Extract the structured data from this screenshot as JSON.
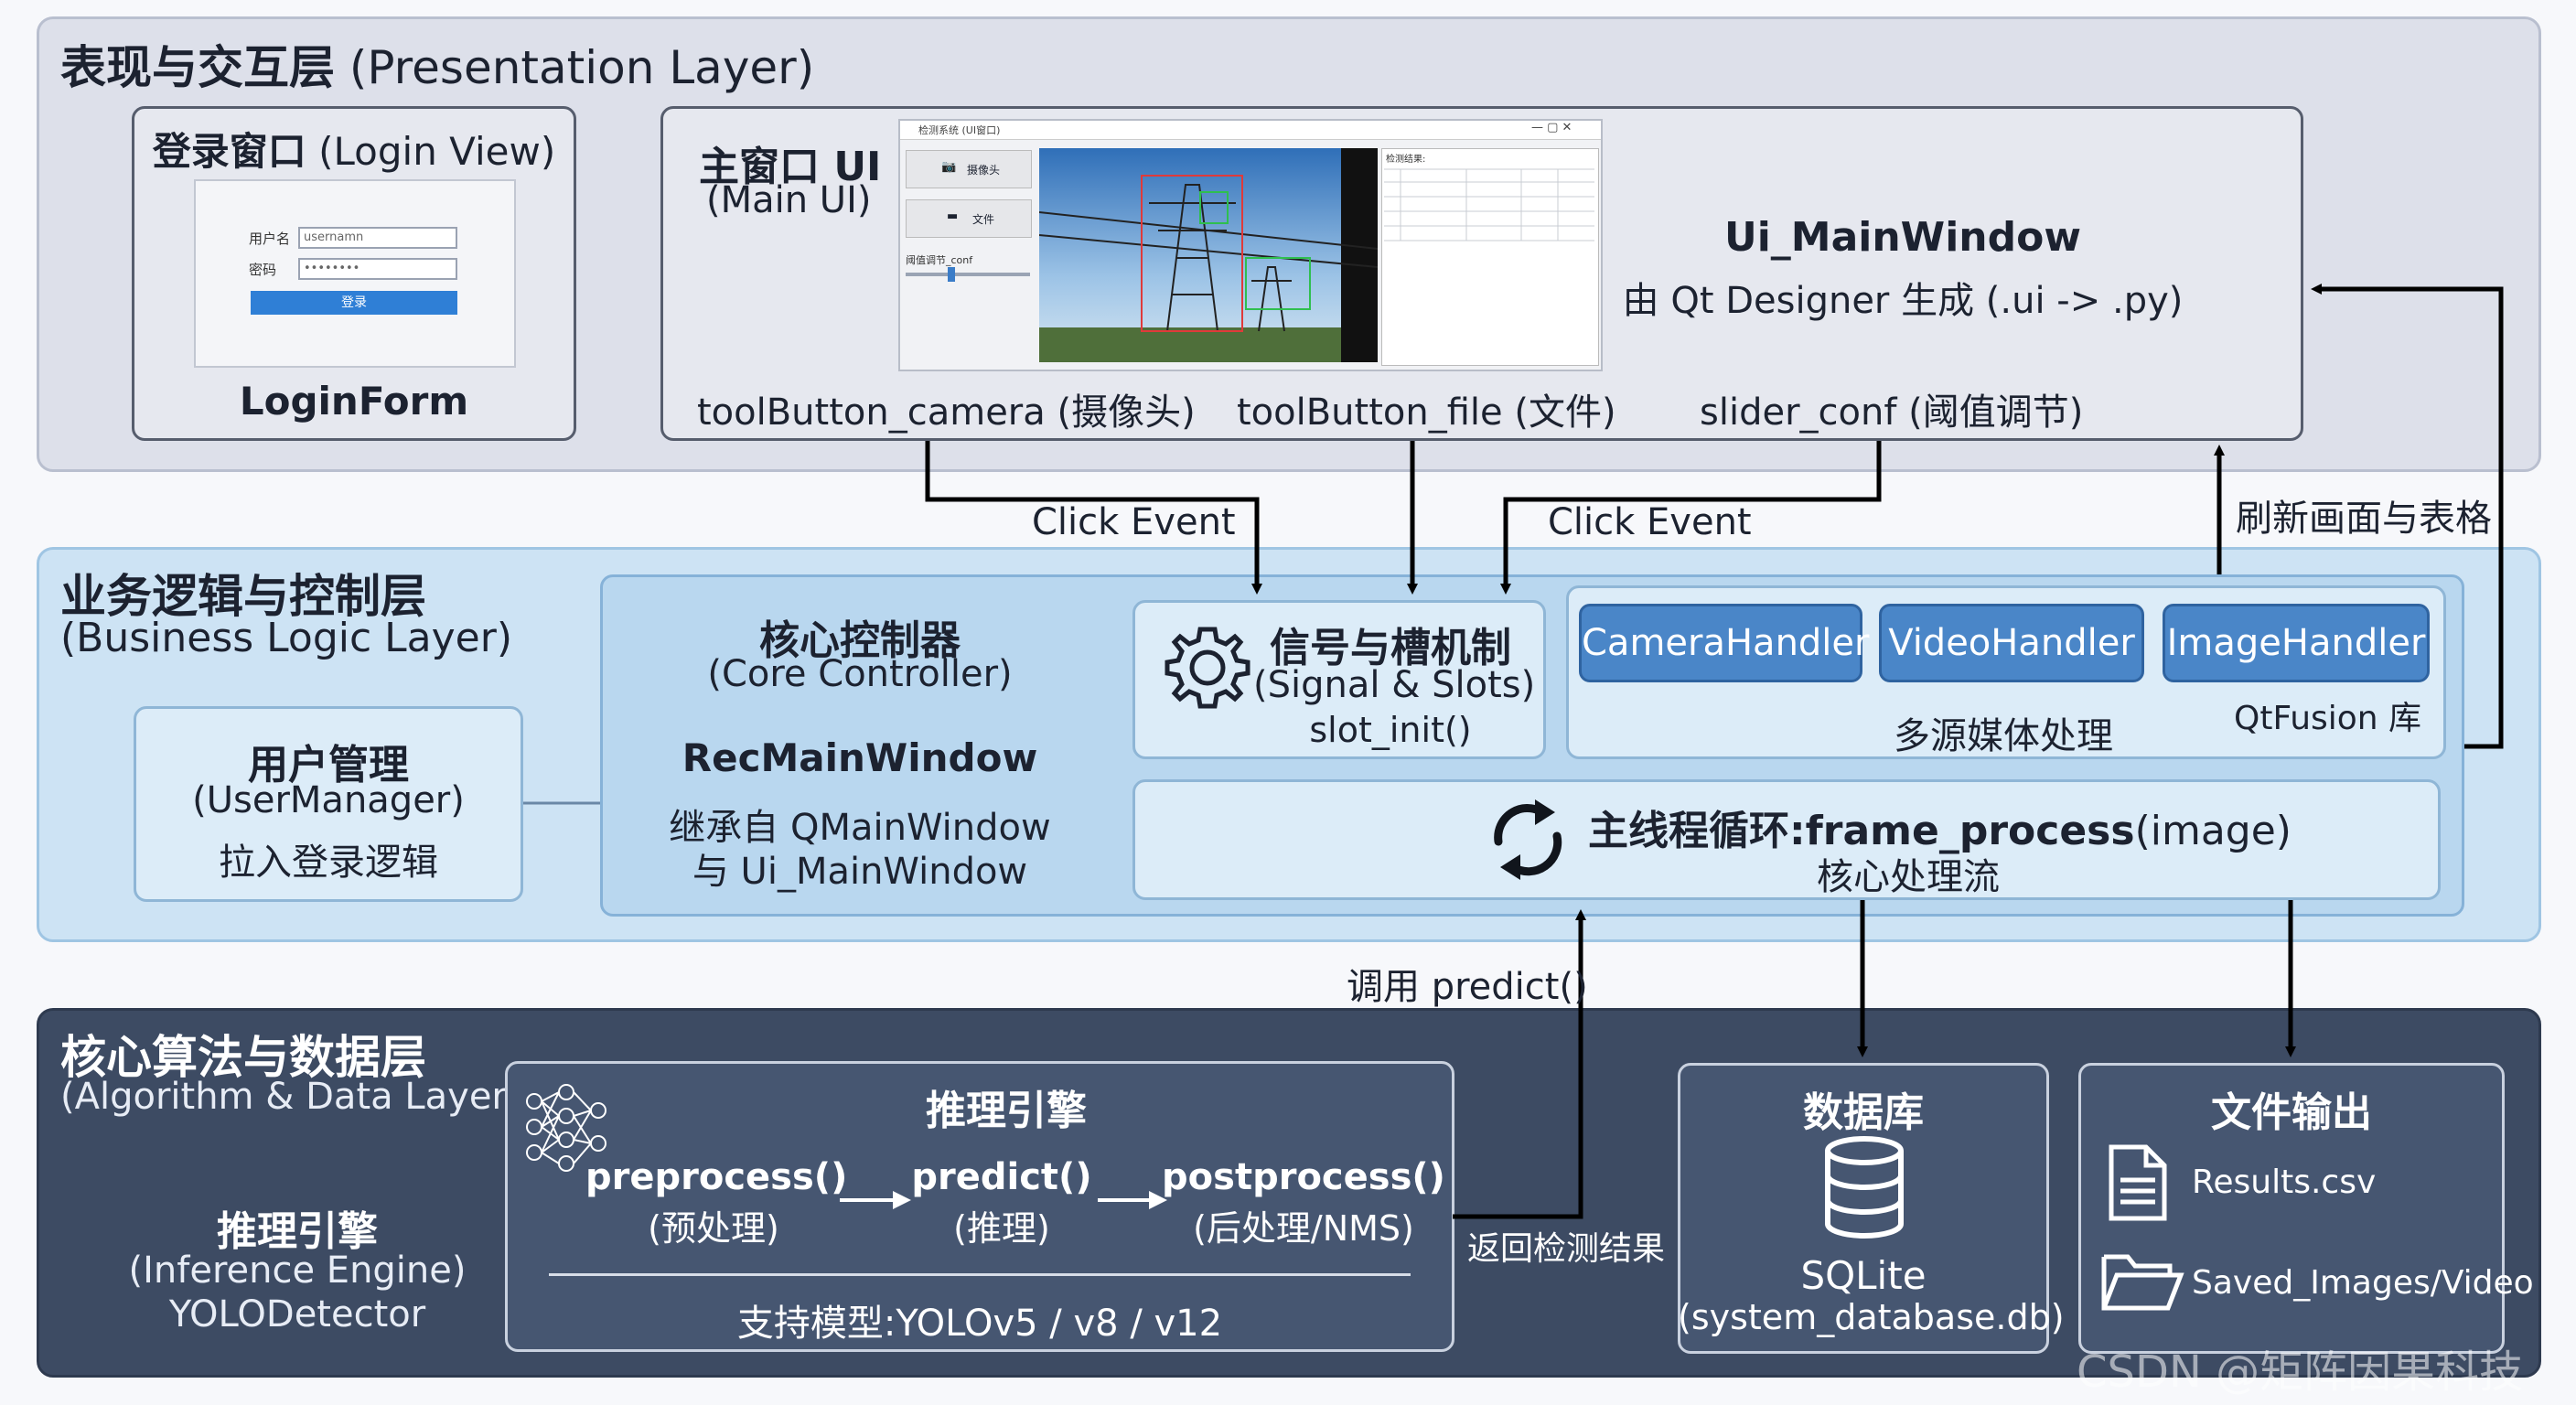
{
  "presentation": {
    "title_cn": "表现与交互层",
    "title_en": "(Presentation Layer)",
    "login": {
      "title_cn": "登录窗口",
      "title_en": "(Login View)",
      "username_label": "用户名",
      "username_value": "usernamn",
      "password_label": "密码",
      "password_value": "••••••••",
      "login_button": "登录",
      "form_name": "LoginForm"
    },
    "main_ui": {
      "title_cn": "主窗口 UI",
      "title_en": "(Main UI)",
      "screenshot_title": "检测系统 (UI窗口)",
      "camera_btn": "摄像头",
      "file_btn": "文件",
      "slider_label": "阈值调节_conf",
      "table_header": "检测结果:",
      "ui_class": "Ui_MainWindow",
      "designer_note": "由 Qt Designer 生成 (.ui -> .py)",
      "widget_camera": "toolButton_camera (摄像头)",
      "widget_file": "toolButton_file (文件)",
      "widget_slider": "slider_conf (阈值调节)"
    }
  },
  "connectors": {
    "click_event_left": "Click Event",
    "click_event_right": "Click Event",
    "refresh": "刷新画面与表格",
    "call_predict": "调用 predict()",
    "return_result": "返回检测结果"
  },
  "business": {
    "title_cn": "业务逻辑与控制层",
    "title_en": "(Business Logic Layer)",
    "user_mgr": {
      "title_cn": "用户管理",
      "title_en": "(UserManager)",
      "desc": "拉入登录逻辑"
    },
    "core": {
      "title_cn": "核心控制器",
      "title_en": "(Core Controller)",
      "class_name": "RecMainWindow",
      "inherit_1": "继承自 QMainWindow",
      "inherit_2": "与 Ui_MainWindow"
    },
    "signal": {
      "title_cn": "信号与槽机制",
      "title_en": "(Signal & Slots)",
      "func": "slot_init()"
    },
    "handlers": {
      "camera": "CameraHandler",
      "video": "VideoHandler",
      "image": "ImageHandler",
      "caption": "多源媒体处理",
      "lib": "QtFusion 库"
    },
    "loop": {
      "title_cn": "主线程循环:",
      "func_bold": "frame_process",
      "func_arg": "(image)",
      "desc": "核心处理流"
    }
  },
  "algorithm": {
    "title_cn": "核心算法与数据层",
    "title_en": "(Algorithm & Data Layer)",
    "engine_side": {
      "title_cn": "推理引擎",
      "title_en": "(Inference Engine)",
      "class_name": "YOLODetector"
    },
    "pipeline": {
      "title": "推理引擎",
      "step1": "preprocess()",
      "step1_cn": "(预处理)",
      "step2": "predict()",
      "step2_cn": "(推理)",
      "step3": "postprocess()",
      "step3_cn": "(后处理/NMS)",
      "models": "支持模型:YOLOv5 / v8 / v12"
    },
    "db": {
      "title": "数据库",
      "name": "SQLite",
      "file": "(system_database.db)"
    },
    "output": {
      "title": "文件输出",
      "csv": "Results.csv",
      "media": "Saved_Images/Video"
    }
  },
  "watermark": "CSDN @矩阵因果科技"
}
